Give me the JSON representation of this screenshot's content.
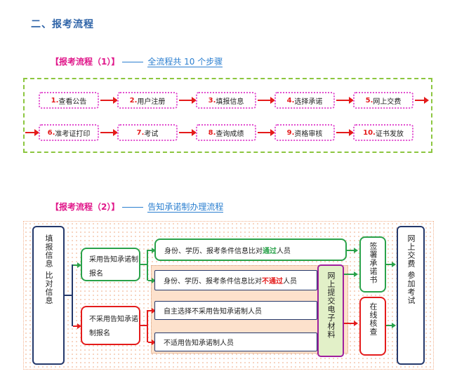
{
  "section_title": "二、报考流程",
  "flow1": {
    "tag": "【报考流程（1）】",
    "subtitle": "全流程共 10 个步骤",
    "steps": [
      {
        "num": "1.",
        "label": "查看公告"
      },
      {
        "num": "2.",
        "label": "用户注册"
      },
      {
        "num": "3.",
        "label": "填报信息"
      },
      {
        "num": "4.",
        "label": "选择承诺"
      },
      {
        "num": "5.",
        "label": "网上交费"
      },
      {
        "num": "6.",
        "label": "准考证打印"
      },
      {
        "num": "7.",
        "label": "考试"
      },
      {
        "num": "8.",
        "label": "查询成绩"
      },
      {
        "num": "9.",
        "label": "资格审核"
      },
      {
        "num": "10.",
        "label": "证书发放"
      }
    ]
  },
  "flow2": {
    "tag": "【报考流程（2）】",
    "subtitle": "告知承诺制办理流程",
    "left_box": "填报信息 比对信息",
    "adopt": "采用告知承诺制报名",
    "not_adopt": "不采用告知承诺制报名",
    "pass_pre": "身份、学历、报考条件信息比对",
    "pass_word": "通过",
    "pass_post": "人员",
    "fail_pre": "身份、学历、报考条件信息比对",
    "fail_word": "不通过",
    "fail_post": "人员",
    "self_choose": "自主选择不采用告知承诺制人员",
    "not_applicable": "不适用告知承诺制人员",
    "submit_materials": "网上提交电子材料",
    "sign": "签署承诺书",
    "online_check": "在线核查",
    "pay_exam": "网上交费 参加考试"
  },
  "colors": {
    "title_blue": "#2f64a8",
    "magenta": "#e0178a",
    "red": "#e41b1b",
    "green": "#2aa24a",
    "navy": "#24386b",
    "lime": "#8cc63f"
  }
}
